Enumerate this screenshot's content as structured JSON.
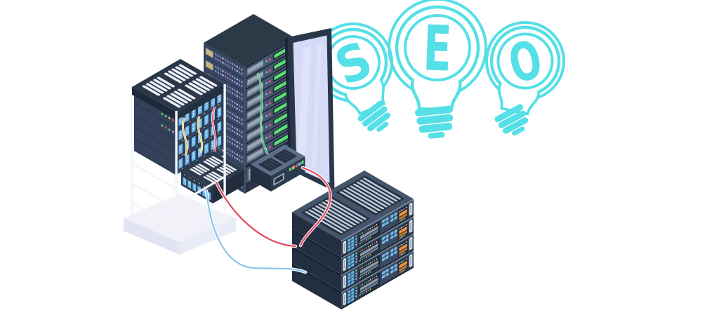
{
  "bulbs": [
    {
      "letter": "S"
    },
    {
      "letter": "E"
    },
    {
      "letter": "O"
    }
  ],
  "palette": {
    "background": "#FFFFFF",
    "bulb_cyan": "#55DFE6",
    "navy_top": "#2C3947",
    "navy_left_face": "#303F58",
    "navy_right_base": "#202B3C",
    "slat": "#47586F",
    "panel_gray": "#9AA6B8",
    "led_green": "#5ADF74",
    "led_red": "#E8556E",
    "led_yellow": "#E8C95A",
    "led_orange": "#E8923F",
    "led_blue": "#6FC3F0",
    "module_blue": "#74BCEE",
    "stack_face": "#394A61",
    "door_panel": "#D5DBF7",
    "pedestal_top": "#F0F1F9",
    "frame_white": "#F4F5F9",
    "cable_red": "#E14A62",
    "cable_blue": "#88C6EC",
    "cable_yellow": "#E8C95A",
    "cable_green": "#3FBF6F"
  }
}
